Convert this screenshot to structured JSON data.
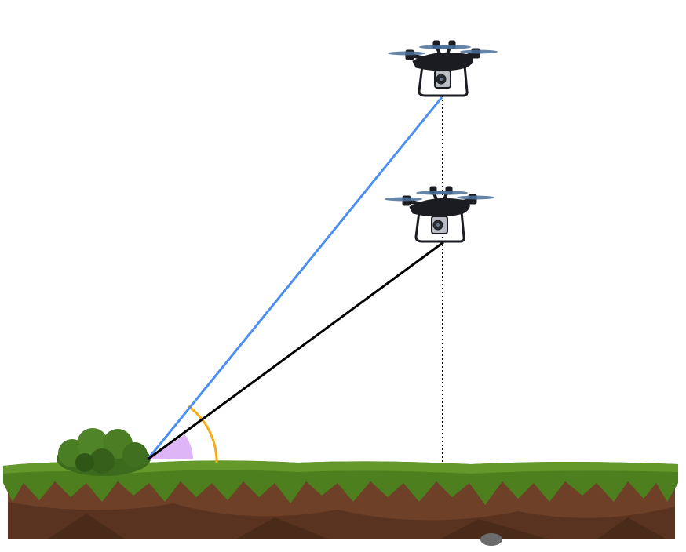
{
  "scene": {
    "background": "#ffffff",
    "elements": [
      "bush",
      "ground",
      "lower-drone",
      "upper-drone",
      "elevation-angle-to-upper-drone",
      "elevation-angle-to-lower-drone"
    ]
  },
  "colors": {
    "sight_line_upper": "#4c8ff0",
    "sight_line_lower": "#000000",
    "vertical_line": "#000000",
    "angle_arc_upper": "#f7ab1b",
    "angle_wedge_lower": "#dcb1f5",
    "grass": "#4d7f1f",
    "grass_light": "#64982a",
    "soil": "#6e4028",
    "soil_dark": "#4a2a18",
    "bush": "#3d6b1e",
    "drone_body": "#1a1c22",
    "drone_accent": "#3a6fb0"
  },
  "icons": [
    "drone-icon",
    "bush-icon"
  ]
}
